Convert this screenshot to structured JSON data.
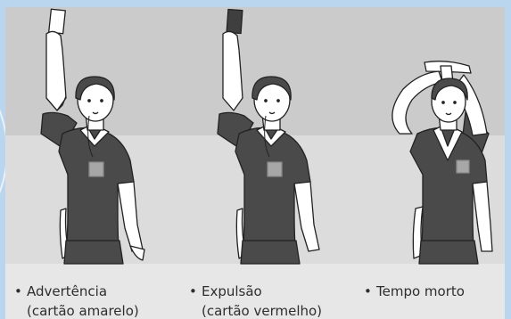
{
  "colors": {
    "frame": "#b9d6ee",
    "panel_top": "#cbcbcb",
    "panel_bottom": "#dcdcdc",
    "caption_band": "#e7e7e7",
    "uniform": "#4a4a4a",
    "badge": "#a7a7a7",
    "skin": "#ffffff",
    "card_white": "#ffffff",
    "card_dark": "#3f3f3f"
  },
  "figures": [
    {
      "gesture": "white-card-raised",
      "card": "white"
    },
    {
      "gesture": "dark-card-raised",
      "card": "dark"
    },
    {
      "gesture": "time-out-T-signal",
      "card": "none"
    }
  ],
  "captions": [
    {
      "bullet": "•",
      "title": "Advertência",
      "subtitle": "(cartão amarelo)"
    },
    {
      "bullet": "•",
      "title": "Expulsão",
      "subtitle": "(cartão vermelho)"
    },
    {
      "bullet": "•",
      "title": "Tempo morto",
      "subtitle": ""
    }
  ]
}
